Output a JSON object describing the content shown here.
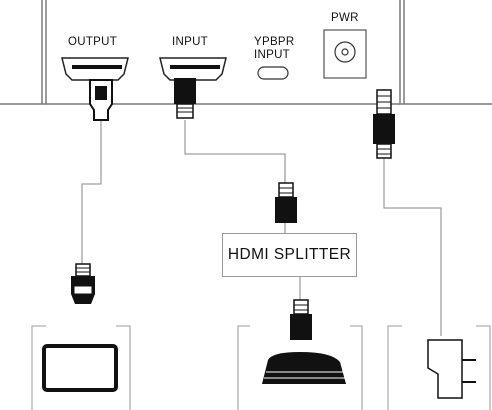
{
  "device_panel": {
    "ports": {
      "output": {
        "label": "OUTPUT"
      },
      "input": {
        "label": "INPUT"
      },
      "ypbpr": {
        "label_line1": "YPBPR",
        "label_line2": "INPUT"
      },
      "power": {
        "label": "PWR"
      }
    }
  },
  "splitter": {
    "label": "HDMI SPLITTER"
  },
  "devices": [
    "tv-monitor-icon",
    "game-console-icon",
    "power-adapter-icon"
  ],
  "colors": {
    "line": "#a0a0a0",
    "plug": "#111111",
    "panel_edge": "#7a7a7a"
  }
}
